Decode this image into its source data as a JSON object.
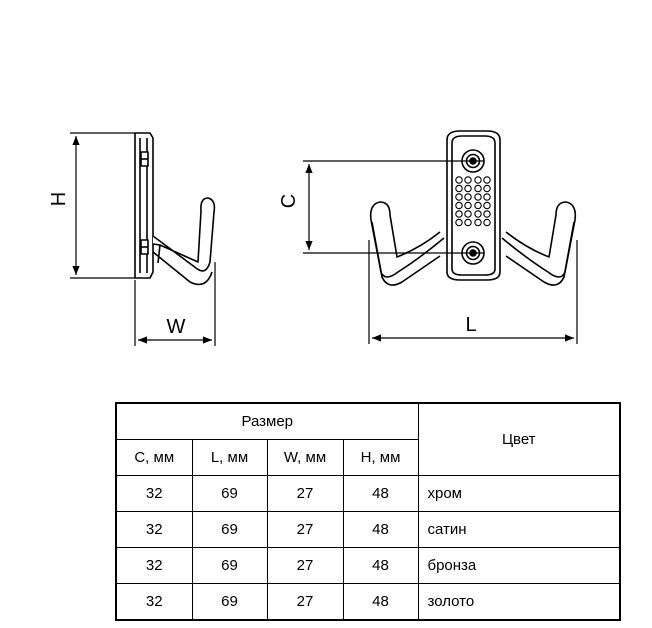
{
  "diagram": {
    "dimension_labels": {
      "height": "H",
      "width": "W",
      "center_distance": "C",
      "length": "L"
    }
  },
  "table": {
    "group_header": "Размер",
    "color_header": "Цвет",
    "columns": [
      "C, мм",
      "L, мм",
      "W, мм",
      "H, мм"
    ],
    "rows": [
      {
        "c": "32",
        "l": "69",
        "w": "27",
        "h": "48",
        "color": "хром"
      },
      {
        "c": "32",
        "l": "69",
        "w": "27",
        "h": "48",
        "color": "сатин"
      },
      {
        "c": "32",
        "l": "69",
        "w": "27",
        "h": "48",
        "color": "бронза"
      },
      {
        "c": "32",
        "l": "69",
        "w": "27",
        "h": "48",
        "color": "золото"
      }
    ]
  }
}
